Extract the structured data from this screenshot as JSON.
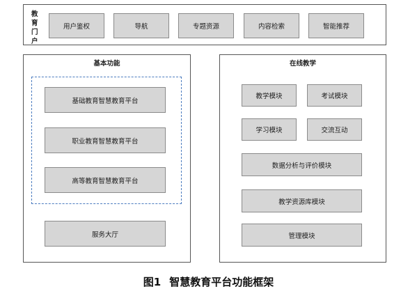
{
  "portal": {
    "title": "教育门户",
    "items": [
      "用户鉴权",
      "导航",
      "专题资源",
      "内容检索",
      "智能推荐"
    ]
  },
  "basic": {
    "title": "基本功能",
    "platforms": [
      "基础教育智慧教育平台",
      "职业教育智慧教育平台",
      "高等教育智慧教育平台"
    ],
    "service": "服务大厅"
  },
  "online": {
    "title": "在线教学",
    "row1": [
      "教学模块",
      "考试模块"
    ],
    "row2": [
      "学习模块",
      "交流互动"
    ],
    "wide": [
      "数据分析与评价模块",
      "教学资源库模块",
      "管理模块"
    ]
  },
  "caption": {
    "figure": "图1",
    "title": "智慧教育平台功能框架"
  }
}
